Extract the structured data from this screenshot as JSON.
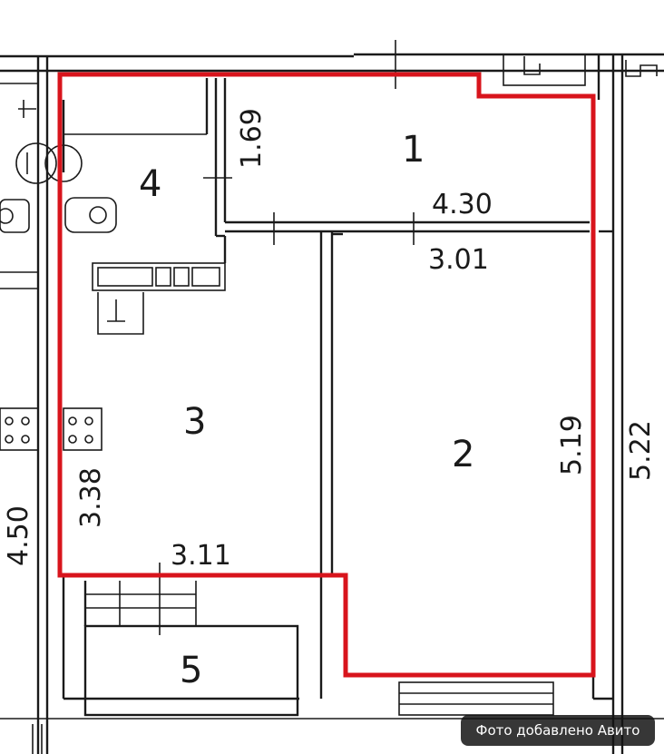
{
  "colors": {
    "outline": "#d8141c",
    "wall": "#1a1a1a",
    "background": "#ffffff"
  },
  "rooms": [
    {
      "id": "1",
      "label": "1"
    },
    {
      "id": "2",
      "label": "2"
    },
    {
      "id": "3",
      "label": "3"
    },
    {
      "id": "4",
      "label": "4"
    },
    {
      "id": "5",
      "label": "5"
    }
  ],
  "dimensions": {
    "d169": "1.69",
    "d430": "4.30",
    "d301": "3.01",
    "d519": "5.19",
    "d522": "5.22",
    "d338": "3.38",
    "d311": "3.11",
    "d450": "4.50"
  },
  "watermark": "Фото добавлено Авито"
}
